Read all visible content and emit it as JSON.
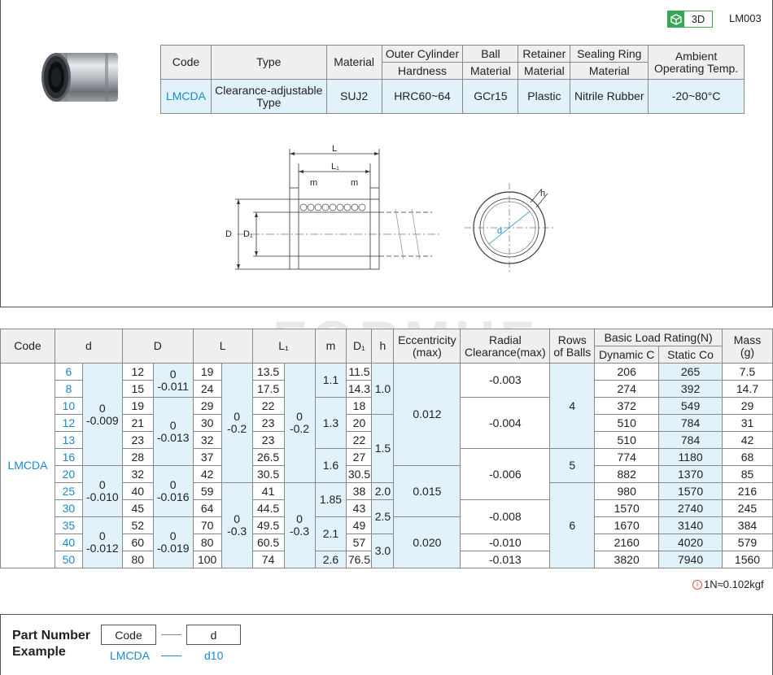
{
  "header": {
    "badge_3d": "3D",
    "product_code": "LM003",
    "colors": {
      "accent": "#1a8ad0",
      "green": "#3aa655",
      "row_blue": "#e1f2fb",
      "header_gray": "#efefef"
    }
  },
  "material_table": {
    "headers": {
      "code": "Code",
      "type": "Type",
      "material": "Material",
      "outer_cylinder": "Outer Cylinder",
      "hardness": "Hardness",
      "ball": "Ball",
      "ball_material": "Material",
      "retainer": "Retainer",
      "retainer_material": "Material",
      "sealing_ring": "Sealing Ring",
      "sealing_material": "Material",
      "ambient_l1": "Ambient",
      "ambient_l2": "Operating Temp."
    },
    "row": {
      "code": "LMCDA",
      "type_l1": "Clearance-adjustable",
      "type_l2": "Type",
      "material": "SUJ2",
      "hardness": "HRC60~64",
      "ball": "GCr15",
      "retainer": "Plastic",
      "sealing": "Nitrile Rubber",
      "temp": "-20~80°C"
    }
  },
  "drawing": {
    "L": "L",
    "L1": "L₁",
    "m_left": "m",
    "m_right": "m",
    "D": "D",
    "D1": "D₁",
    "d": "d",
    "h": "h"
  },
  "spec_table": {
    "headers": {
      "code": "Code",
      "d": "d",
      "D": "D",
      "L": "L",
      "L1": "L₁",
      "m": "m",
      "D1": "D₁",
      "h": "h",
      "ecc_l1": "Eccentricity",
      "ecc_l2": "(max)",
      "rad_l1": "Radial",
      "rad_l2": "Clearance(max)",
      "rows_l1": "Rows",
      "rows_l2": "of Balls",
      "load": "Basic Load Rating(N)",
      "dynamic": "Dynamic C",
      "static": "Static Co",
      "mass_l1": "Mass",
      "mass_l2": "(g)"
    },
    "code": "LMCDA",
    "d": [
      "6",
      "8",
      "10",
      "12",
      "13",
      "16",
      "20",
      "25",
      "30",
      "35",
      "40",
      "50"
    ],
    "d_tol": [
      {
        "hi": "0",
        "lo": "-0.009"
      },
      {
        "hi": "0",
        "lo": "-0.010"
      },
      {
        "hi": "0",
        "lo": "-0.012"
      }
    ],
    "D": [
      "12",
      "15",
      "19",
      "21",
      "23",
      "28",
      "32",
      "40",
      "45",
      "52",
      "60",
      "80"
    ],
    "D_tol": [
      {
        "hi": "0",
        "lo": "-0.011"
      },
      {
        "hi": "0",
        "lo": "-0.013"
      },
      {
        "hi": "0",
        "lo": "-0.016"
      },
      {
        "hi": "0",
        "lo": "-0.019"
      }
    ],
    "L": [
      "19",
      "24",
      "29",
      "30",
      "32",
      "37",
      "42",
      "59",
      "64",
      "70",
      "80",
      "100"
    ],
    "L_tol": [
      {
        "hi": "0",
        "lo": "-0.2"
      },
      {
        "hi": "0",
        "lo": "-0.3"
      }
    ],
    "L1": [
      "13.5",
      "17.5",
      "22",
      "23",
      "23",
      "26.5",
      "30.5",
      "41",
      "44.5",
      "49.5",
      "60.5",
      "74"
    ],
    "L1_tol": [
      {
        "hi": "0",
        "lo": "-0.2"
      },
      {
        "hi": "0",
        "lo": "-0.3"
      }
    ],
    "m": [
      "1.1",
      "1.3",
      "1.6",
      "1.85",
      "2.1",
      "2.6"
    ],
    "D1": [
      "11.5",
      "14.3",
      "18",
      "20",
      "22",
      "27",
      "30.5",
      "38",
      "43",
      "49",
      "57",
      "76.5"
    ],
    "h": [
      "1.0",
      "1.5",
      "2.0",
      "2.5",
      "3.0"
    ],
    "ecc": [
      "0.012",
      "0.015",
      "0.020"
    ],
    "rad": [
      "-0.003",
      "-0.004",
      "-0.006",
      "-0.008",
      "-0.010",
      "-0.013"
    ],
    "rows": [
      "4",
      "5",
      "6"
    ],
    "dynamic": [
      "206",
      "274",
      "372",
      "510",
      "510",
      "774",
      "882",
      "980",
      "1570",
      "1670",
      "2160",
      "3820"
    ],
    "static": [
      "265",
      "392",
      "549",
      "784",
      "784",
      "1180",
      "1370",
      "1570",
      "2740",
      "3140",
      "4020",
      "7940"
    ],
    "mass": [
      "7.5",
      "14.7",
      "29",
      "31",
      "42",
      "68",
      "85",
      "216",
      "245",
      "384",
      "579",
      "1560"
    ]
  },
  "note": {
    "icon": "info-icon",
    "text": "1N≈0.102kgf"
  },
  "part_number": {
    "title_l1": "Part Number",
    "title_l2": "Example",
    "box1": "Code",
    "box2": "d",
    "ex1": "LMCDA",
    "ex2": "d10"
  }
}
